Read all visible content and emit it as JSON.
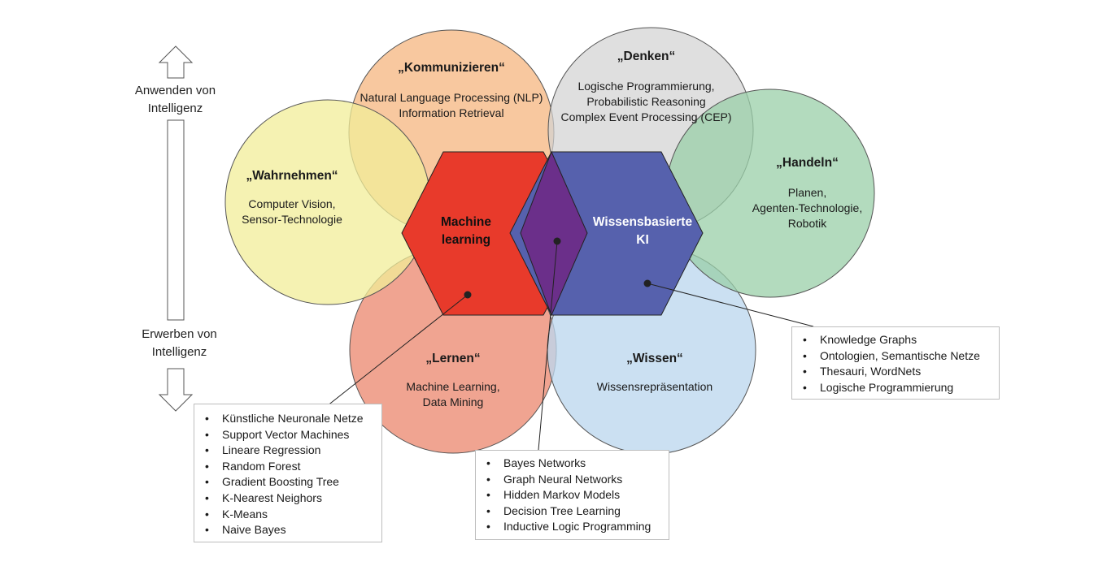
{
  "axis": {
    "top_label": "Anwenden von Intelligenz",
    "bottom_label": "Erwerben von Intelligenz"
  },
  "circles": {
    "kommunizieren": {
      "title": "„Kommunizieren“",
      "lines": [
        "Natural Language Processing (NLP)",
        "Information Retrieval"
      ],
      "color": "#f5b37a"
    },
    "denken": {
      "title": "„Denken“",
      "lines": [
        "Logische Programmierung,",
        "Probabilistic Reasoning",
        "Complex Event Processing (CEP)"
      ],
      "color": "#d3d3d3"
    },
    "wahrnehmen": {
      "title": "„Wahrnehmen“",
      "lines": [
        "Computer Vision,",
        "Sensor-Technologie"
      ],
      "color": "#f1ee98"
    },
    "handeln": {
      "title": "„Handeln“",
      "lines": [
        "Planen,",
        "Agenten-Technologie,",
        "Robotik"
      ],
      "color": "#99cfa8"
    },
    "lernen": {
      "title": "„Lernen“",
      "lines": [
        "Machine Learning,",
        "Data Mining"
      ],
      "color": "#ec8a72"
    },
    "wissen": {
      "title": "„Wissen“",
      "lines": [
        "Wissensrepräsentation"
      ],
      "color": "#bdd7ee"
    }
  },
  "hexagons": {
    "ml": {
      "lines": [
        "Machine",
        "learning"
      ],
      "color": "#e83a2b"
    },
    "kb": {
      "lines": [
        "Wissensbasierte",
        "KI"
      ],
      "color": "#5661ad"
    },
    "overlap_color": "#6b2f8a"
  },
  "boxes": {
    "ml_methods": [
      "Künstliche Neuronale Netze",
      "Support Vector Machines",
      "Lineare Regression",
      "Random Forest",
      "Gradient Boosting Tree",
      "K-Nearest Neighors",
      "K-Means",
      "Naive Bayes"
    ],
    "hybrid_methods": [
      "Bayes Networks",
      "Graph Neural Networks",
      "Hidden Markov Models",
      "Decision Tree Learning",
      "Inductive Logic Programming"
    ],
    "kb_methods": [
      "Knowledge Graphs",
      "Ontologien, Semantische Netze",
      "Thesauri, WordNets",
      "Logische Programmierung"
    ]
  }
}
